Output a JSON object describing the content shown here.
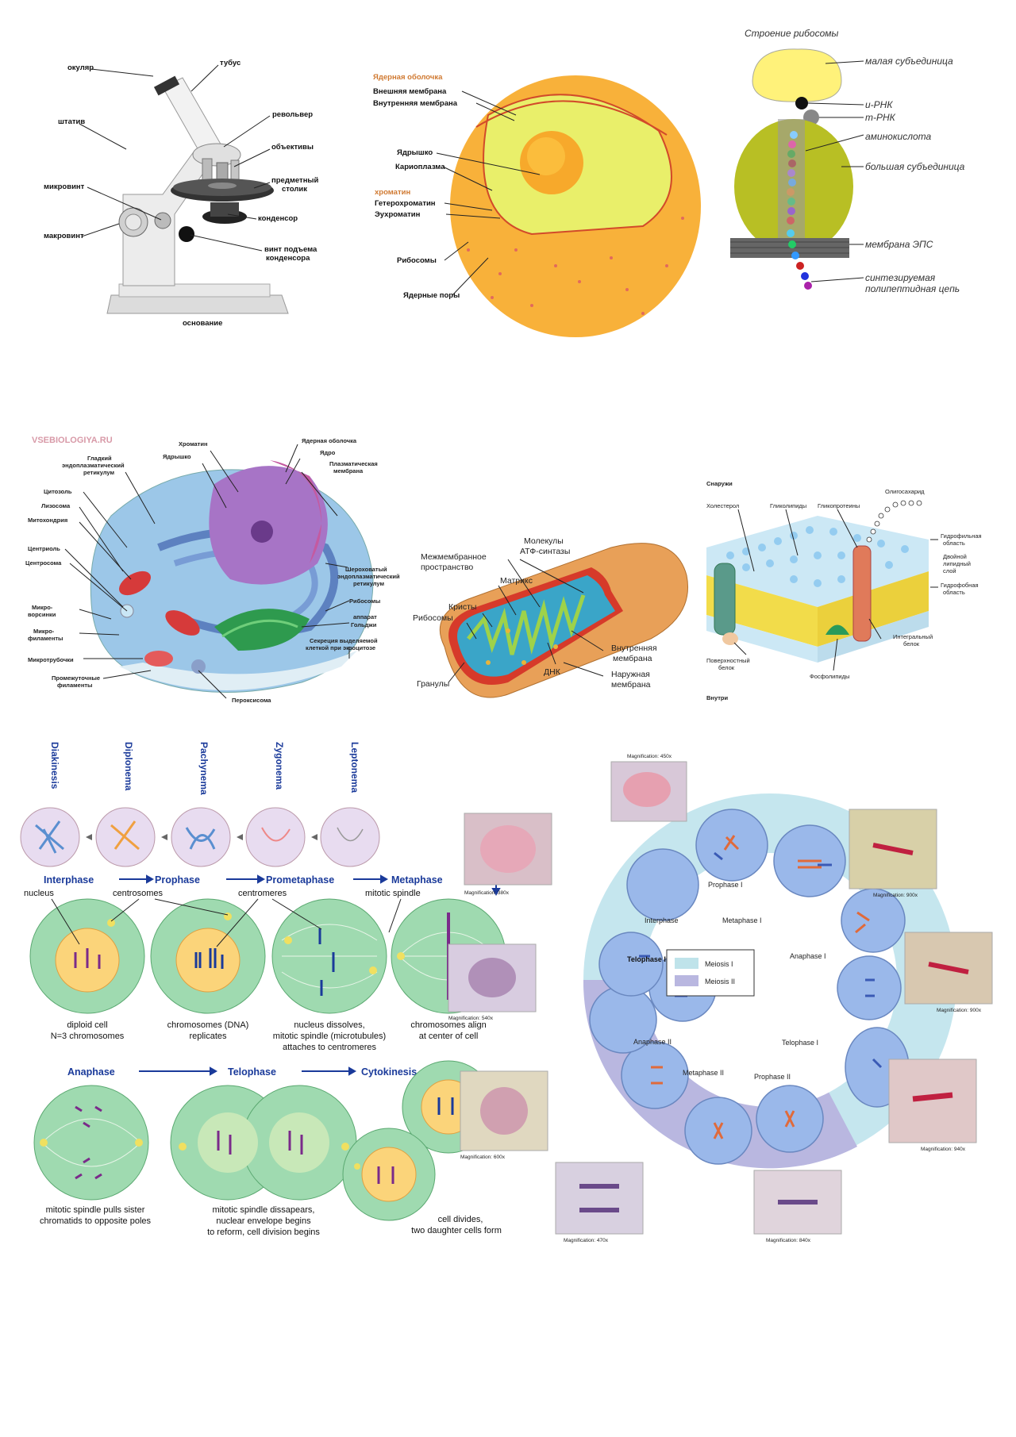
{
  "microscope": {
    "labels": {
      "ocular": "окуляр",
      "tube": "тубус",
      "stand": "штатив",
      "revolver": "револьвер",
      "objectives": "объективы",
      "stage1": "предметный",
      "stage2": "столик",
      "micro": "микровинт",
      "condenser": "конденсор",
      "macro": "макровинт",
      "screw1": "винт подъема",
      "screw2": "конденсора",
      "base": "основание"
    }
  },
  "nucleus": {
    "labels": {
      "envelope": "Ядерная оболочка",
      "outer": "Внешняя мембрана",
      "inner": "Внутренняя мембрана",
      "nucleolus": "Ядрышко",
      "karyoplasm": "Кариоплазма",
      "chromatin": "хроматин",
      "hetero": "Гетерохроматин",
      "eu": "Эухроматин",
      "ribosomes": "Рибосомы",
      "pores": "Ядерные поры"
    }
  },
  "ribosome": {
    "title": "Строение рибосомы",
    "labels": {
      "small": "малая субъединица",
      "irna": "и-РНК",
      "trna": "т-РНК",
      "amino": "аминокислота",
      "large": "большая субъединица",
      "eps": "мембрана ЭПС",
      "chain1": "синтезируемая",
      "chain2": "полипептидная цепь"
    }
  },
  "animal_cell": {
    "watermark": "VSEBIOLOGIYA.RU",
    "labels": {
      "chromatin": "Хроматин",
      "nucleolus": "Ядрышко",
      "envelope": "Ядерная оболочка",
      "nucleus": "Ядро",
      "plasma1": "Плазматическая",
      "plasma2": "мембрана",
      "smooth1": "Гладкий",
      "smooth2": "эндоплазматический",
      "smooth3": "ретикулум",
      "cytosol": "Цитозоль",
      "lysosome": "Лизосома",
      "mito": "Митохондрия",
      "centriole": "Центриоль",
      "centrosome": "Центросома",
      "rough1": "Шероховатый",
      "rough2": "эндоплазматический",
      "rough3": "ретикулум",
      "ribosomes": "Рибосомы",
      "golgi1": "аппарат",
      "golgi2": "Гольджи",
      "microvilli1": "Микро-",
      "microvilli2": "ворсинки",
      "microfil1": "Микро-",
      "microfil2": "филаменты",
      "secretion1": "Секреция выделяемой",
      "secretion2": "клеткой при экзоцитозе",
      "microtubules": "Микротрубочки",
      "intermediate1": "Промежуточные",
      "intermediate2": "филаменты",
      "peroxisome": "Пероксисома"
    }
  },
  "mitochondrion": {
    "labels": {
      "atp1": "Молекулы",
      "atp2": "АТФ-синтазы",
      "intermem1": "Межмембранное",
      "intermem2": "пространство",
      "matrix": "Матрикс",
      "cristae": "Кристы",
      "ribosomes": "Рибосомы",
      "inner1": "Внутренняя",
      "inner2": "мембрана",
      "dna": "ДНК",
      "outer1": "Наружная",
      "outer2": "мембрана",
      "granules": "Гранулы"
    }
  },
  "membrane": {
    "labels": {
      "outside": "Снаружи",
      "oligo": "Олигосахарид",
      "cholesterol": "Холестерол",
      "glycolipids": "Гликолипиды",
      "glycoproteins": "Гликопротеины",
      "hydrophilic1a": "Гидрофильная",
      "hydrophilic1b": "область",
      "bilayer1": "Двойной",
      "bilayer2": "липидный",
      "bilayer3": "слой",
      "hydrophobic1": "Гидрофобная",
      "hydrophobic2": "область",
      "integral1": "Интегральный",
      "integral2": "белок",
      "surface1": "Поверхностный",
      "surface2": "белок",
      "phospholipids": "Фосфолипиды",
      "inside": "Внутри"
    }
  },
  "prophase_stages": [
    "Diakinesis",
    "Diplonema",
    "Pachynema",
    "Zygonema",
    "Leptonema"
  ],
  "mitosis": {
    "phases": {
      "interphase": "Interphase",
      "prophase": "Prophase",
      "prometaphase": "Prometaphase",
      "metaphase": "Metaphase",
      "anaphase": "Anaphase",
      "telophase": "Telophase",
      "cytokinesis": "Cytokinesis"
    },
    "labels": {
      "nucleus": "nucleus",
      "centrosomes": "centrosomes",
      "centromeres": "centromeres",
      "spindle": "mitotic spindle"
    },
    "captions": {
      "c1a": "diploid cell",
      "c1b": "N=3 chromosomes",
      "c2a": "chromosomes (DNA)",
      "c2b": "replicates",
      "c3a": "nucleus dissolves,",
      "c3b": "mitotic spindle (microtubules)",
      "c3c": "attaches to centromeres",
      "c4a": "chromosomes align",
      "c4b": "at center of cell",
      "c5a": "mitotic spindle pulls sister",
      "c5b": "chromatids to opposite poles",
      "c6a": "mitotic spindle dissapears,",
      "c6b": "nuclear envelope begins",
      "c6c": "to reform, cell division begins",
      "c7a": "cell divides,",
      "c7b": "two daughter cells form"
    }
  },
  "meiosis": {
    "stages": {
      "interphase": "Interphase",
      "prophase1": "Prophase I",
      "metaphase1": "Metaphase I",
      "anaphase1": "Anaphase I",
      "telophase1": "Telophase I",
      "prophase2": "Prophase II",
      "metaphase2": "Metaphase II",
      "anaphase2": "Anaphase II",
      "telophase2": "Telophase II"
    },
    "legend": {
      "m1": "Meiosis I",
      "m2": "Meiosis II"
    },
    "legend_colors": {
      "m1": "#bfe3ea",
      "m2": "#b9b7e0"
    },
    "magnifications": {
      "top": "Magnification: 450x",
      "left_top": "Magnification: 380x",
      "right_top": "Magnification: 900x",
      "right_mid": "Magnification: 900x",
      "left_mid": "Magnification: 540x",
      "right_bot": "Magnification: 940x",
      "left_bot": "Magnification: 600x",
      "bot_left": "Magnification: 470x",
      "bot_right": "Magnification: 840x"
    }
  }
}
